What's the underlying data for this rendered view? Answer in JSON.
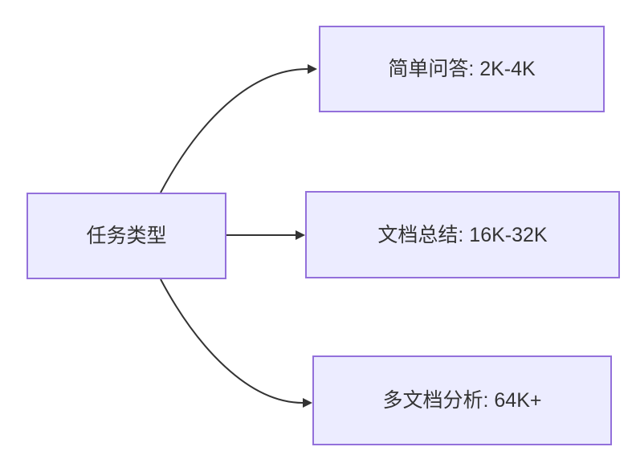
{
  "diagram": {
    "type": "flowchart",
    "direction": "left-to-right",
    "root": {
      "label": "任务类型"
    },
    "nodes": [
      {
        "id": "simple-qa",
        "label": "简单问答: 2K-4K"
      },
      {
        "id": "doc-summary",
        "label": "文档总结: 16K-32K"
      },
      {
        "id": "multi-doc",
        "label": "多文档分析: 64K+"
      }
    ],
    "edges": [
      {
        "from": "任务类型",
        "to": "简单问答: 2K-4K"
      },
      {
        "from": "任务类型",
        "to": "文档总结: 16K-32K"
      },
      {
        "from": "任务类型",
        "to": "多文档分析: 64K+"
      }
    ],
    "colors": {
      "node_fill": "#ECECFF",
      "node_border": "#9370DB",
      "edge": "#333333",
      "text": "#333333",
      "background": "#FFFFFF"
    }
  }
}
